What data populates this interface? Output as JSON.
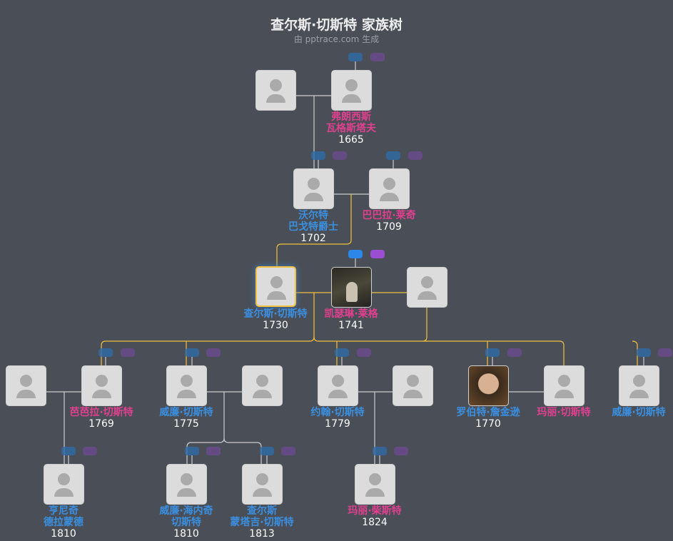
{
  "header": {
    "title": "查尔斯·切斯特 家族树",
    "subtitle": "由 pptrace.com 生成"
  },
  "colors": {
    "male": "#3a8fe0",
    "female": "#e0408f",
    "highlight": "#f3c23c"
  },
  "people": {
    "francis": {
      "name1": "弗朗西斯",
      "name2": "瓦格斯塔夫",
      "year": "1665"
    },
    "walter": {
      "name1": "沃尔特",
      "name2": "巴戈特爵士",
      "year": "1702"
    },
    "barbara_l": {
      "name1": "巴巴拉·莱奇",
      "year": "1709"
    },
    "charles": {
      "name1": "查尔斯·切斯特",
      "year": "1730"
    },
    "catherine": {
      "name1": "凯瑟琳·莱格",
      "year": "1741"
    },
    "barbara_c": {
      "name1": "芭芭拉·切斯特",
      "year": "1769"
    },
    "william1": {
      "name1": "威廉·切斯特",
      "year": "1775"
    },
    "john": {
      "name1": "约翰·切斯特",
      "year": "1779"
    },
    "robert": {
      "name1": "罗伯特·詹金逊",
      "year": "1770"
    },
    "mary": {
      "name1": "玛丽·切斯特"
    },
    "william2": {
      "name1": "威廉·切斯特"
    },
    "henry": {
      "name1": "亨尼奇",
      "name2": "德拉蒙德",
      "year": "1810"
    },
    "william3": {
      "name1": "威廉·海内奇",
      "name2": "切斯特",
      "year": "1810"
    },
    "charles2": {
      "name1": "查尔斯",
      "name2": "蒙塔吉·切斯特",
      "year": "1813"
    },
    "mary2": {
      "name1": "玛丽·柴斯特",
      "year": "1824"
    }
  }
}
